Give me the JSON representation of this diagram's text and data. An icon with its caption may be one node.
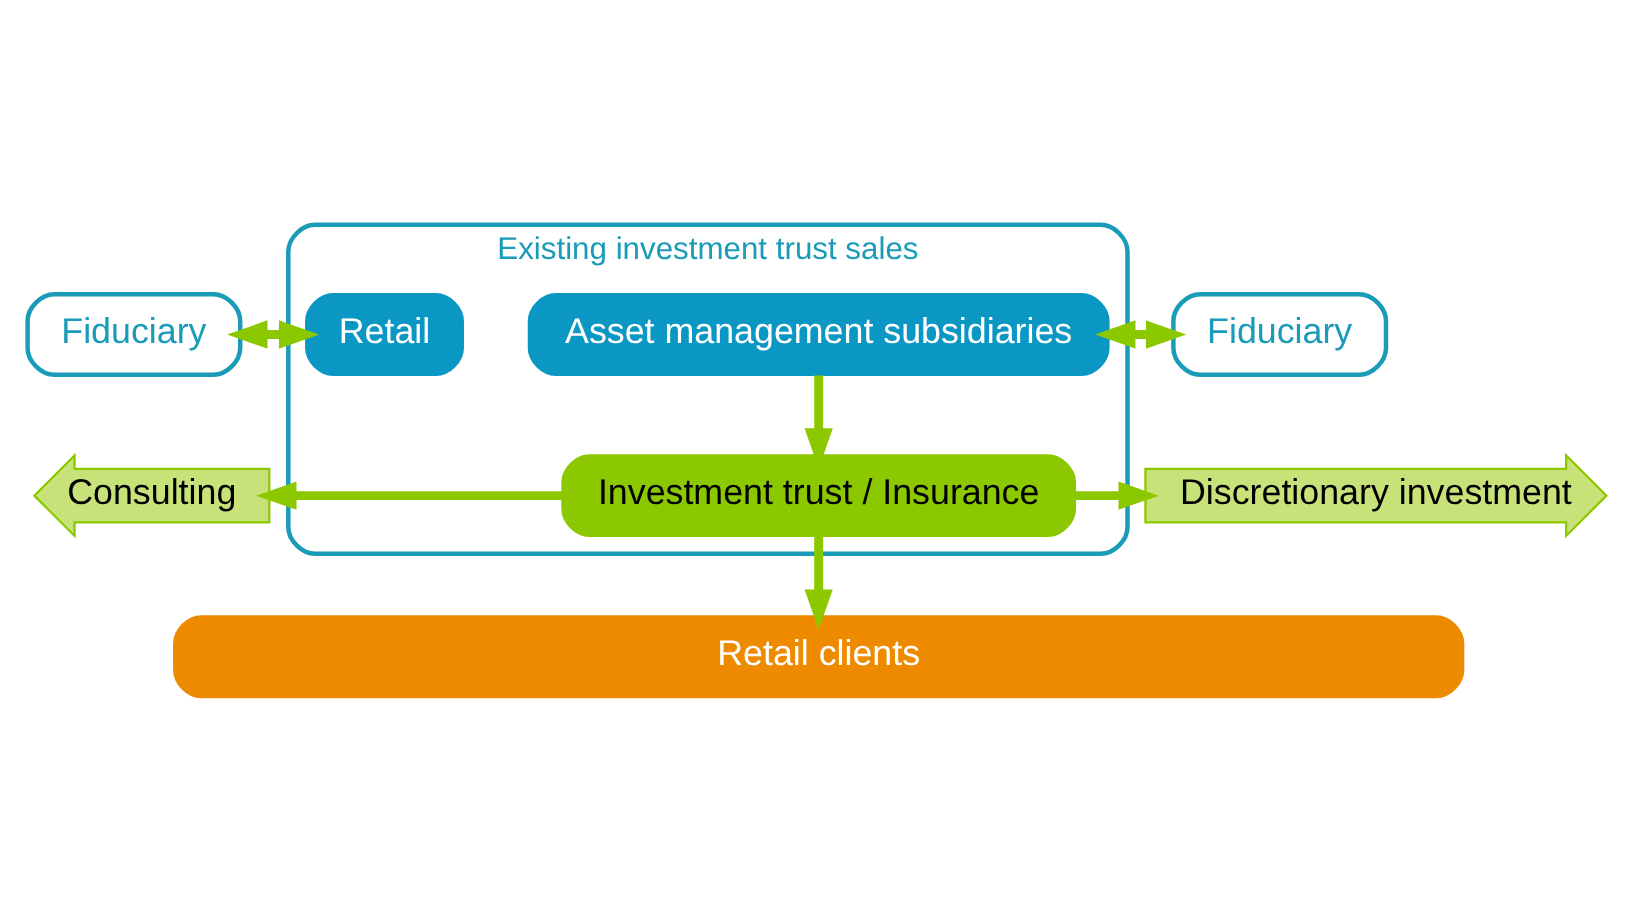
{
  "diagram": {
    "nodes": [
      {
        "text": [
          "Existing investment trust sales"
        ]
      },
      {
        "text": [
          "Fiduciary"
        ]
      },
      {
        "text": [
          "Retail"
        ],
        "in": 0
      },
      {
        "text": [
          "Asset management subsidiaries"
        ],
        "in": 0
      },
      {
        "text": [
          "Fiduciary"
        ]
      },
      {
        "text": [
          "Investment trust / Insurance"
        ],
        "in": 0
      },
      {
        "text": [
          "Consulting"
        ]
      },
      {
        "text": [
          "Discretionary investment"
        ]
      },
      {
        "text": [
          "Retail clients"
        ]
      }
    ],
    "edges": [
      {
        "from": 1,
        "to": 2,
        "arrow": "both"
      },
      {
        "from": 3,
        "to": 4,
        "arrow": "both"
      },
      {
        "from": 3,
        "to": 5,
        "arrow": "to"
      },
      {
        "from": 5,
        "to": 6,
        "arrow": "to"
      },
      {
        "from": 5,
        "to": 7,
        "arrow": "to"
      },
      {
        "from": 5,
        "to": 8,
        "arrow": "to"
      }
    ]
  }
}
